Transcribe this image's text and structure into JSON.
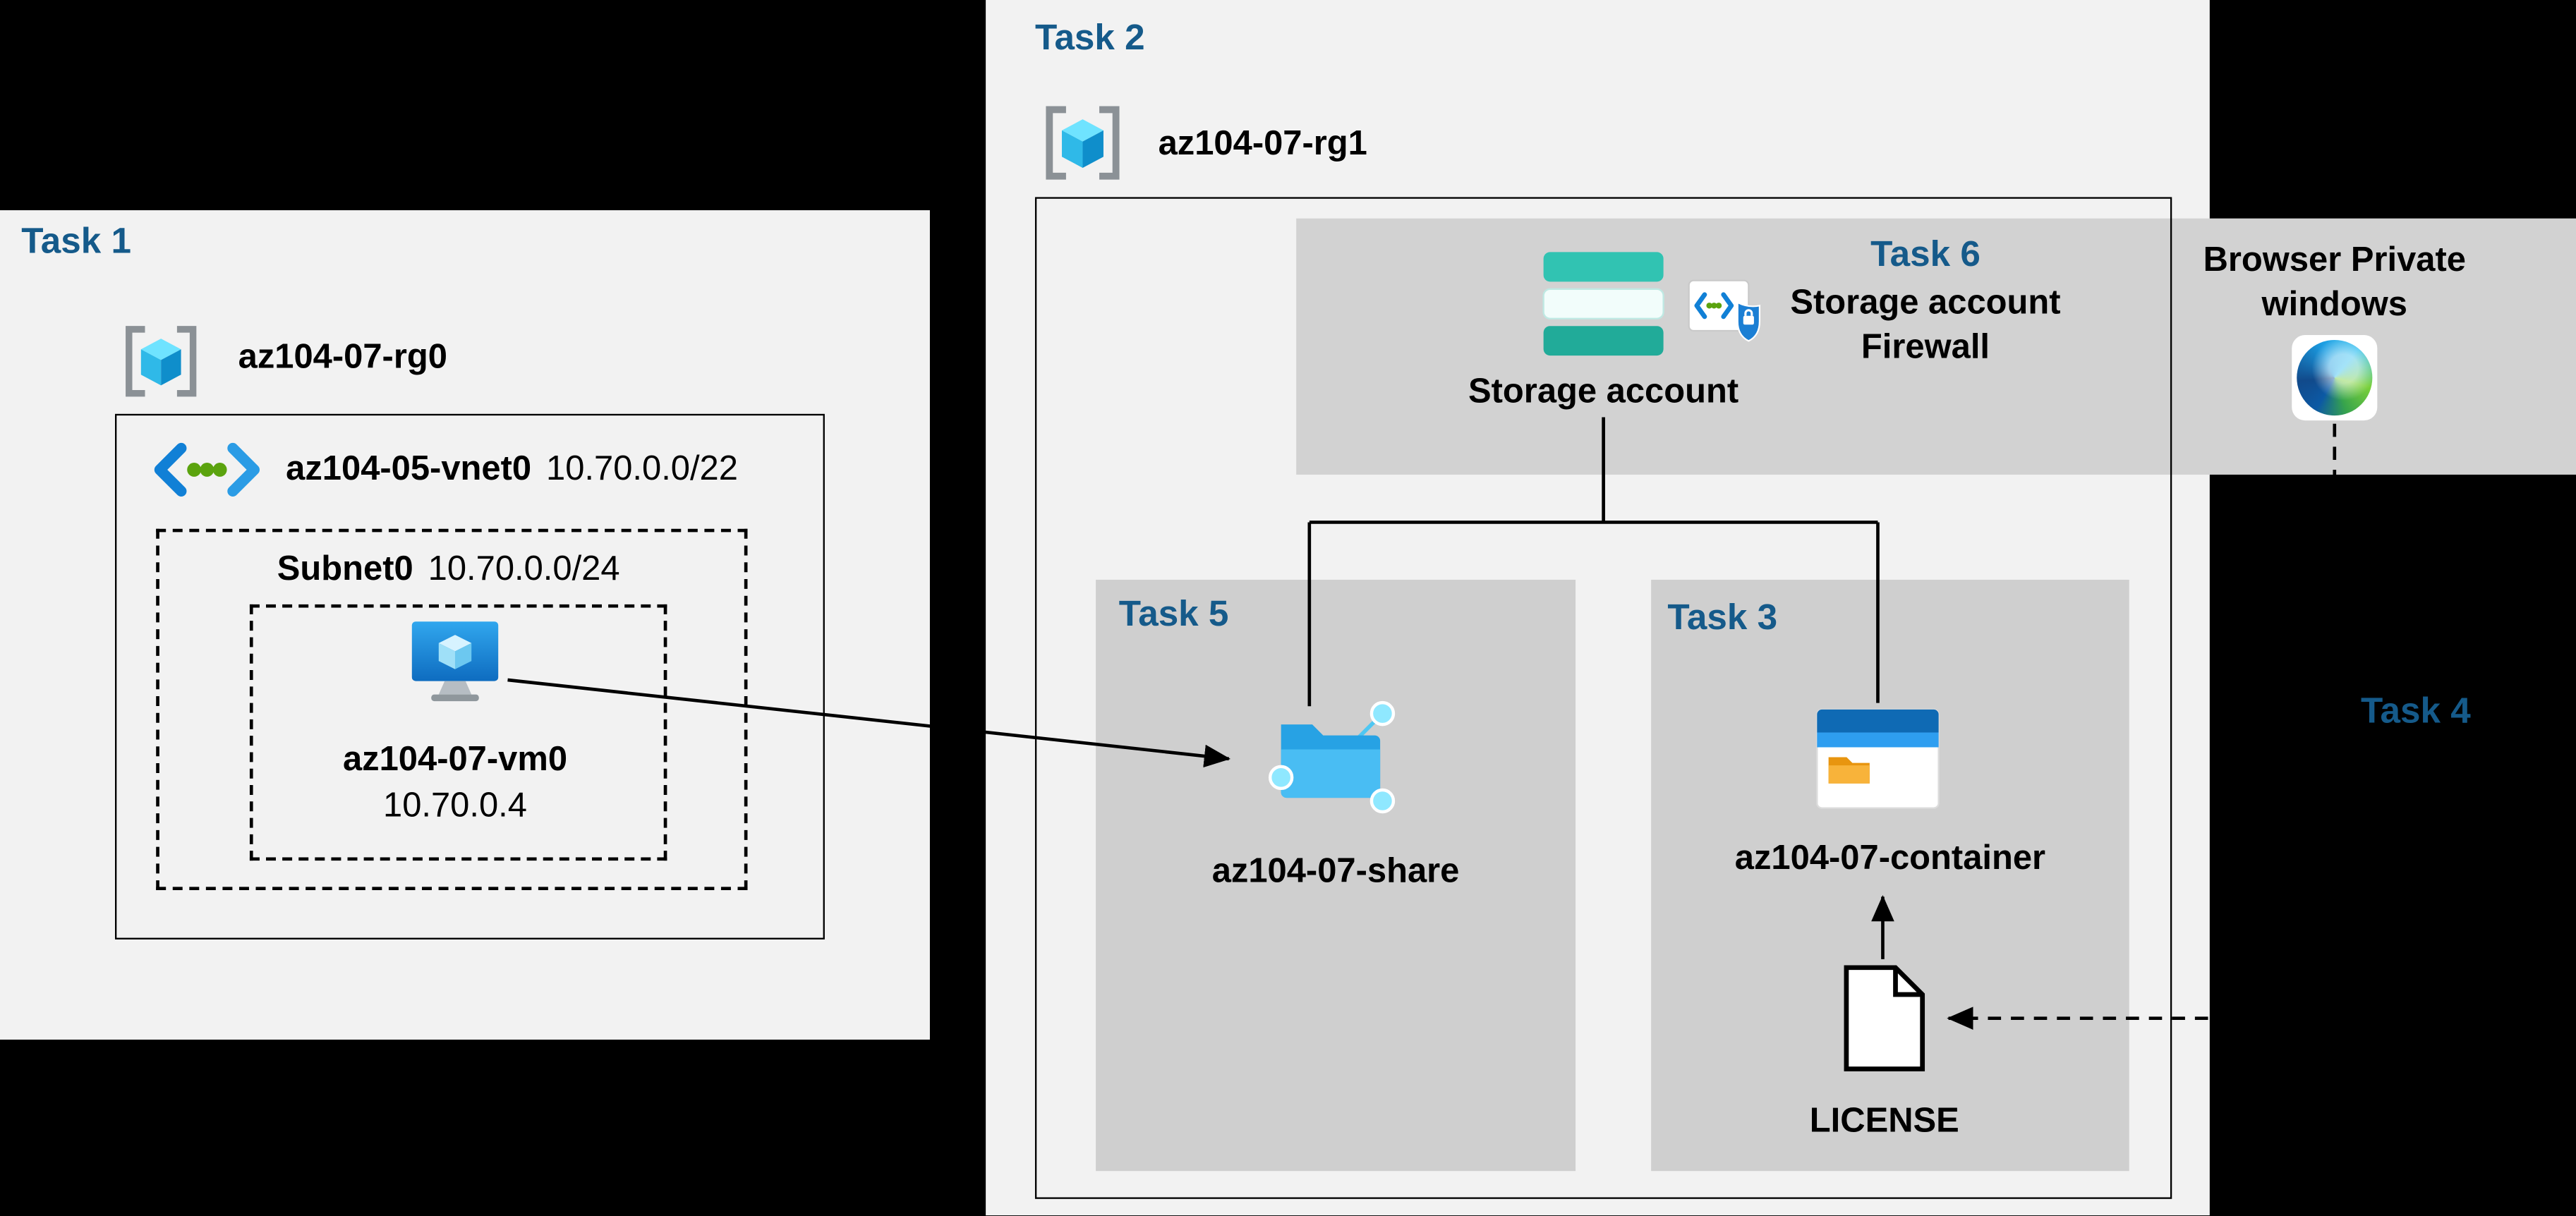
{
  "colors": {
    "background": "#000000",
    "panel": "#f2f2f2",
    "band_gray": "#d2d2d2",
    "task_box_gray": "#cfcfcf",
    "task_label_blue": "#155a8a",
    "azure_blue": "#1180d6",
    "storage_teal": "#31c3b2"
  },
  "task1": {
    "label": "Task 1",
    "resource_group": "az104-07-rg0",
    "vnet": {
      "name": "az104-05-vnet0",
      "cidr": "10.70.0.0/22"
    },
    "subnet": {
      "name": "Subnet0",
      "cidr": "10.70.0.0/24"
    },
    "vm": {
      "name": "az104-07-vm0",
      "ip": "10.70.0.4"
    }
  },
  "task2": {
    "label": "Task 2",
    "resource_group": "az104-07-rg1",
    "storage": {
      "caption": "Storage account"
    },
    "task6": {
      "label": "Task 6",
      "title": "Storage account Firewall"
    },
    "task5": {
      "label": "Task 5",
      "share_name": "az104-07-share"
    },
    "task3": {
      "label": "Task 3",
      "container_name": "az104-07-container",
      "license_label": "LICENSE"
    }
  },
  "task4": {
    "label": "Task 4"
  },
  "browser": {
    "label": "Browser Private windows"
  },
  "icons": [
    "resource-group-icon",
    "virtual-network-icon",
    "virtual-machine-icon",
    "storage-account-icon",
    "storage-firewall-icon",
    "file-share-icon",
    "blob-container-icon",
    "license-document-icon",
    "edge-browser-icon"
  ]
}
